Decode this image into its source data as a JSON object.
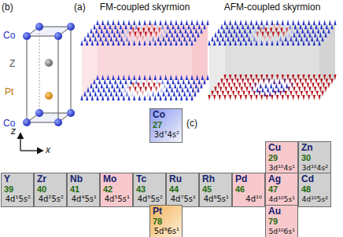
{
  "diagram": {
    "nodes": [
      {
        "text": [
          "Co",
          "27",
          "3d⁷4s²"
        ]
      },
      {
        "text": [
          "Cu",
          "29",
          "3d¹⁰4s¹"
        ]
      },
      {
        "text": [
          "Zn",
          "30",
          "3d¹⁰4s²"
        ]
      },
      {
        "text": [
          "Y",
          "39",
          "4d¹5s²"
        ]
      },
      {
        "text": [
          "Zr",
          "40",
          "4d²5s²"
        ]
      },
      {
        "text": [
          "Nb",
          "41",
          "4d⁴5s¹"
        ]
      },
      {
        "text": [
          "Mo",
          "42",
          "4d⁵5s¹"
        ]
      },
      {
        "text": [
          "Tc",
          "43",
          "4d⁵5s²"
        ]
      },
      {
        "text": [
          "Ru",
          "44",
          "4d⁷5s¹"
        ]
      },
      {
        "text": [
          "Rh",
          "45",
          "4d⁸5s¹"
        ]
      },
      {
        "text": [
          "Pd",
          "46",
          "4d¹⁰"
        ]
      },
      {
        "text": [
          "Ag",
          "47",
          "4d¹⁰5s¹"
        ]
      },
      {
        "text": [
          "Cd",
          "48",
          "4d¹⁰5s²"
        ]
      },
      {
        "text": [
          "Pt",
          "78",
          "5d⁹6s¹"
        ]
      },
      {
        "text": [
          "Au",
          "79",
          "5d¹⁰6s¹"
        ]
      }
    ],
    "labels": [
      "(b)",
      "Co",
      "Z",
      "Pt",
      "Co",
      "z",
      "x",
      "(a)",
      "FM-coupled skyrmion",
      "AFM-coupled skyrmion",
      "(c)"
    ]
  }
}
